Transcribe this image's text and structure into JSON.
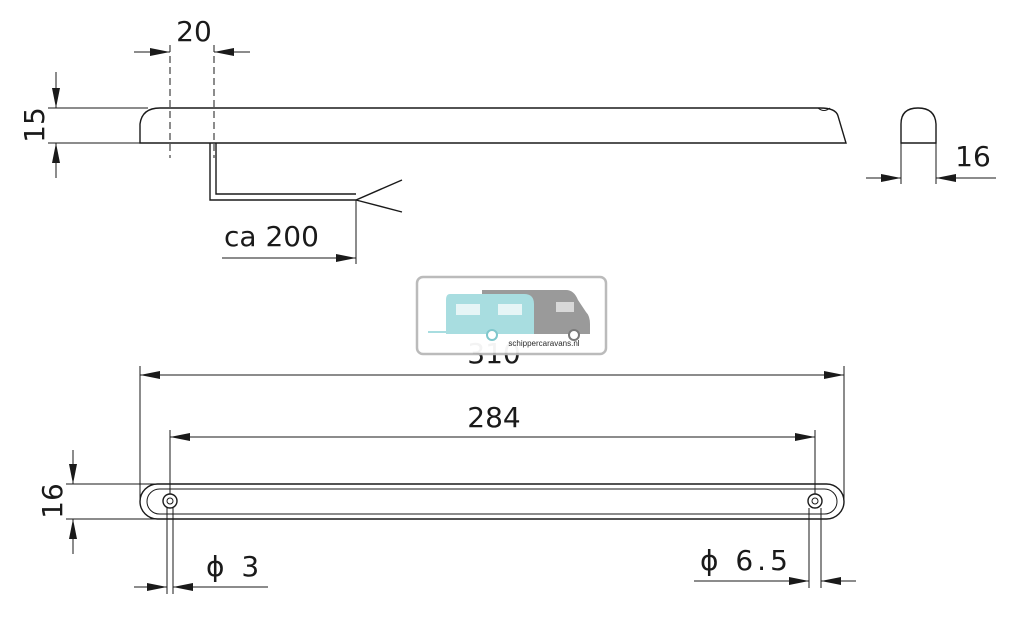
{
  "drawing": {
    "title": "",
    "side_view": {
      "offset_label": "20",
      "height_label": "15",
      "cable_label": "ca 200"
    },
    "end_view": {
      "width_label": "16"
    },
    "top_view": {
      "length_label": "310",
      "hole_spacing_label": "284",
      "width_label": "16",
      "left_hole_label": "ϕ 3",
      "right_hole_label": "ϕ 6.5"
    }
  },
  "watermark": {
    "text": "schippercaravans.nl",
    "colors": {
      "caravan": "#a8dde0",
      "camper": "#9a9a9a",
      "border": "#b8b8b8"
    }
  }
}
